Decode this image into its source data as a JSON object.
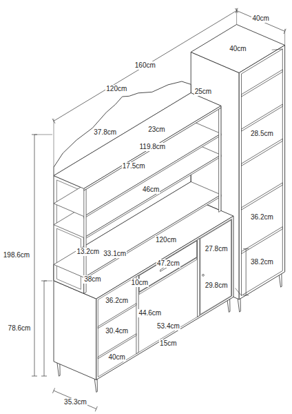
{
  "diagram": {
    "labels": [
      "160cm",
      "40cm",
      "40cm",
      "25cm",
      "120cm",
      "37.8cm",
      "23cm",
      "119.8cm",
      "28.5cm",
      "17.5cm",
      "36.2cm",
      "13.2cm",
      "46cm",
      "38cm",
      "120cm",
      "27.8cm",
      "33.1cm",
      "47.2cm",
      "38.2cm",
      "198.6cm",
      "10cm",
      "36.2cm",
      "29.8cm",
      "78.6cm",
      "30.4cm",
      "44.6cm",
      "53.4cm",
      "40cm",
      "15cm",
      "35.3cm"
    ]
  }
}
